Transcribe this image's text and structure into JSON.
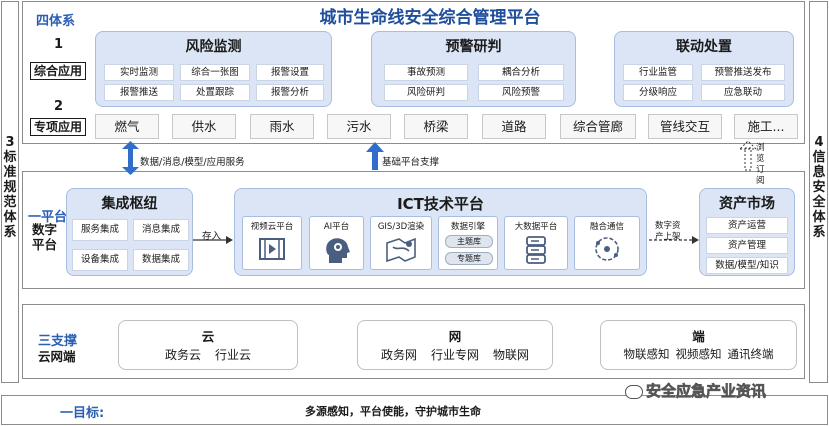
{
  "title": "城市生命线安全综合管理平台",
  "four_systems": "四体系",
  "left_side": "3标准规范体系",
  "right_side": "4信息安全体系",
  "row1": {
    "num": "1",
    "tag": "综合应用"
  },
  "row2": {
    "num": "2",
    "tag": "专项应用"
  },
  "panels": [
    {
      "title": "风险监测",
      "items": [
        "实时监测",
        "综合一张图",
        "报警设置",
        "报警推送",
        "处置跟踪",
        "报警分析"
      ]
    },
    {
      "title": "预警研判",
      "items": [
        "事故预测",
        "耦合分析",
        "风险研判",
        "风险预警"
      ]
    },
    {
      "title": "联动处置",
      "items": [
        "行业监管",
        "预警推送发布",
        "分级响应",
        "应急联动"
      ]
    }
  ],
  "special_apps": [
    "燃气",
    "供水",
    "雨水",
    "污水",
    "桥梁",
    "道路",
    "综合管廊",
    "管线交互",
    "施工..."
  ],
  "arrows": {
    "left": "数据/消息/模型/应用服务",
    "middle": "基础平台支撑",
    "right": "浏览订阅"
  },
  "one_platform": {
    "blue": "一平台",
    "black": "数字平台"
  },
  "integration": {
    "title": "集成枢纽",
    "items": [
      "服务集成",
      "消息集成",
      "设备集成",
      "数据集成"
    ]
  },
  "store_label": "存入",
  "ict": {
    "title": "ICT技术平台",
    "boxes": [
      {
        "label": "视频云平台",
        "icon": "video-icon"
      },
      {
        "label": "AI平台",
        "icon": "ai-brain-icon"
      },
      {
        "label": "GIS/3D渲染",
        "icon": "map-icon"
      },
      {
        "label": "数据引擎",
        "icon": "data-engine-icon",
        "subs": [
          "主题库",
          "专题库"
        ]
      },
      {
        "label": "大数据平台",
        "icon": "server-icon"
      },
      {
        "label": "融合通信",
        "icon": "communication-icon"
      }
    ]
  },
  "publish_label": "数字资产上架",
  "asset_market": {
    "title": "资产市场",
    "items": [
      "资产运营",
      "资产管理",
      "数据/模型/知识"
    ]
  },
  "three_support": {
    "blue": "三支撑",
    "black": "云网端"
  },
  "support_groups": [
    {
      "title": "云",
      "items": [
        "政务云",
        "行业云"
      ]
    },
    {
      "title": "网",
      "items": [
        "政务网",
        "行业专网",
        "物联网"
      ]
    },
    {
      "title": "端",
      "items": [
        "物联感知",
        "视频感知",
        "通讯终端"
      ]
    }
  ],
  "goal": {
    "label": "一目标:",
    "text": "多源感知，平台使能，守护城市生命"
  },
  "watermark": "安全应急产业资讯",
  "colors": {
    "accent_blue": "#1f4e9c",
    "panel_fill": "#dbe5f5",
    "arrow_blue": "#2f6fc9"
  }
}
